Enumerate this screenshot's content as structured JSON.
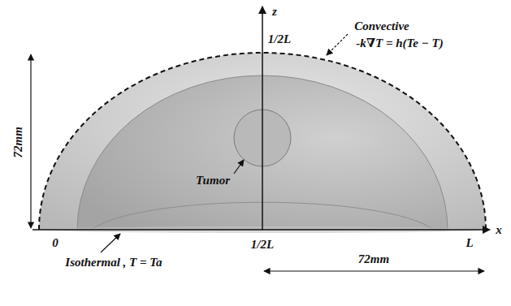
{
  "diagram": {
    "labels": [
      "z",
      "1/2L",
      "Convective",
      "-k∇T = h(Te − T)",
      "72mm",
      "Tumor",
      "0",
      "1/2L",
      "L",
      "x",
      "Isothermal , T = Ta",
      "72mm"
    ]
  }
}
